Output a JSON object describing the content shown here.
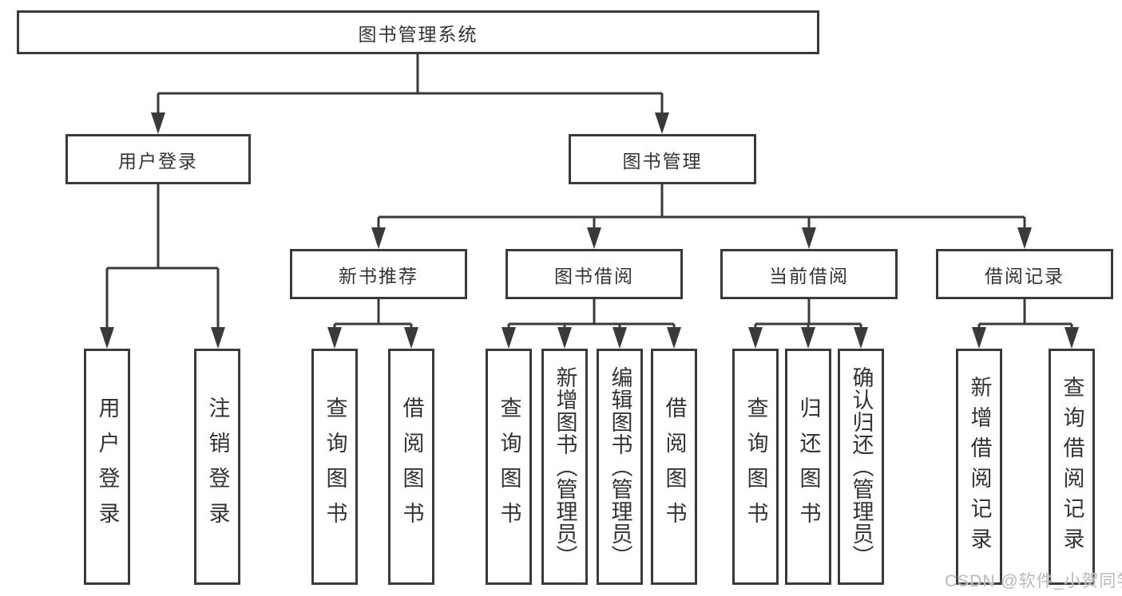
{
  "diagram": {
    "title": "图书管理系统",
    "nodes": {
      "root": {
        "label": "图书管理系统"
      },
      "login": {
        "label": "用户登录",
        "children": [
          "用户登录",
          "注销登录"
        ]
      },
      "management": {
        "label": "图书管理"
      },
      "groups": [
        {
          "label": "新书推荐",
          "children": [
            "查询图书",
            "借阅图书"
          ]
        },
        {
          "label": "图书借阅",
          "children": [
            "查询图书",
            "新增图书（管理员）",
            "编辑图书（管理员）",
            "借阅图书"
          ]
        },
        {
          "label": "当前借阅",
          "children": [
            "查询图书",
            "归还图书",
            "确认归还（管理员）"
          ]
        },
        {
          "label": "借阅记录",
          "children": [
            "新增借阅记录",
            "查询借阅记录"
          ]
        }
      ]
    },
    "colors": {
      "line": "#3a3a3a",
      "box_border": "#3a3a3a",
      "text": "#333333",
      "watermark": "#b9b9b9",
      "background": "#ffffff"
    },
    "watermark": "CSDN @软件_小贺同学"
  }
}
